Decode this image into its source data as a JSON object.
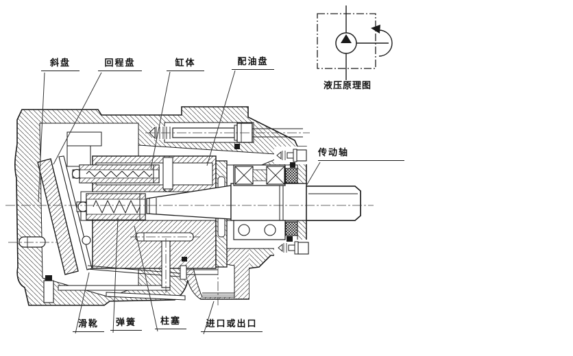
{
  "drawing": {
    "type": "axial-piston-pump-cross-section",
    "colors": {
      "line": "#1a1a1a",
      "hatch": "#4a4a4a",
      "background": "#ffffff"
    },
    "schematic": {
      "caption": "液压原理图"
    },
    "callouts": {
      "top": [
        {
          "id": "swash-plate",
          "label": "斜盘"
        },
        {
          "id": "return-plate",
          "label": "回程盘"
        },
        {
          "id": "cylinder-body",
          "label": "缸体"
        },
        {
          "id": "valve-plate",
          "label": "配油盘"
        }
      ],
      "right": [
        {
          "id": "drive-shaft",
          "label": "传动轴"
        }
      ],
      "bottom": [
        {
          "id": "slipper",
          "label": "滑靴"
        },
        {
          "id": "spring",
          "label": "弹簧"
        },
        {
          "id": "plunger",
          "label": "柱塞"
        },
        {
          "id": "inlet-outlet",
          "label": "进口或出口"
        }
      ]
    }
  }
}
